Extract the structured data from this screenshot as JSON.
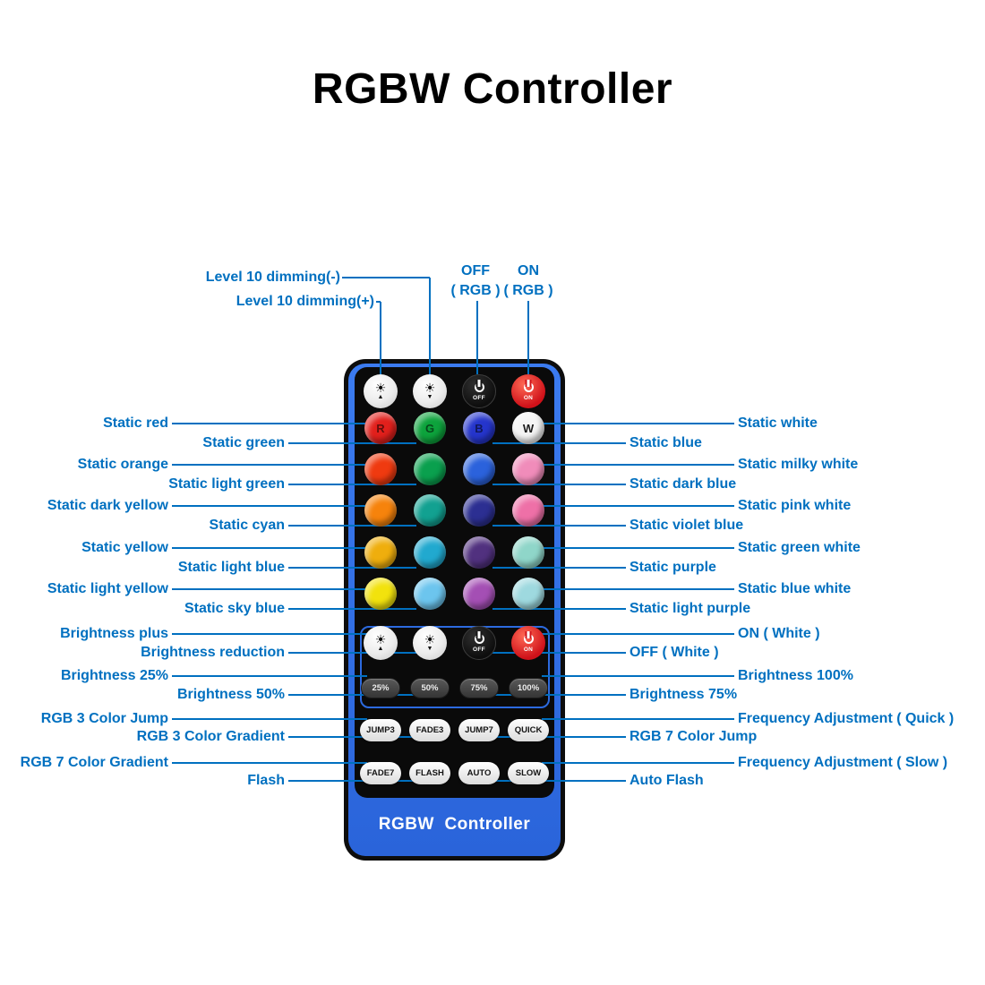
{
  "title": "RGBW Controller",
  "colors": {
    "label_blue": "#0070c0",
    "remote_blue": "#2e6ee3",
    "panel_black": "#0a0a0a"
  },
  "remote": {
    "brand": "RGBW  Controller"
  },
  "buttons": {
    "top_row": [
      {
        "name": "level-10-dimming-plus",
        "kind": "white",
        "icon": "sun-up"
      },
      {
        "name": "level-10-dimming-minus",
        "kind": "white",
        "icon": "sun-down"
      },
      {
        "name": "off-rgb",
        "kind": "black",
        "icon": "power",
        "text": "OFF"
      },
      {
        "name": "on-rgb",
        "kind": "red",
        "icon": "power",
        "text": "ON"
      }
    ],
    "white_row": [
      {
        "name": "brightness-plus",
        "kind": "white",
        "icon": "sun-up"
      },
      {
        "name": "brightness-reduction",
        "kind": "white",
        "icon": "sun-down"
      },
      {
        "name": "off-white",
        "kind": "black",
        "icon": "power",
        "text": "OFF"
      },
      {
        "name": "on-white",
        "kind": "red",
        "icon": "power",
        "text": "ON"
      }
    ],
    "color_grid": [
      [
        {
          "color": "#e2201c",
          "letter": "R",
          "label": "Static red"
        },
        {
          "color": "#0da33c",
          "letter": "G",
          "label": "Static green"
        },
        {
          "color": "#2535cc",
          "letter": "B",
          "label": "Static blue"
        },
        {
          "color": "#f4f4f4",
          "letter": "W",
          "label": "Static white"
        }
      ],
      [
        {
          "color": "#ef3a10",
          "label": "Static orange"
        },
        {
          "color": "#0aa04e",
          "label": "Static light green"
        },
        {
          "color": "#2b62dc",
          "label": "Static dark blue"
        },
        {
          "color": "#f08cba",
          "label": "Static milky white"
        }
      ],
      [
        {
          "color": "#f6830c",
          "label": "Static dark yellow"
        },
        {
          "color": "#12a191",
          "label": "Static cyan"
        },
        {
          "color": "#2c2f92",
          "label": "Static violet blue"
        },
        {
          "color": "#ee70a7",
          "label": "Static pink white"
        }
      ],
      [
        {
          "color": "#efae0d",
          "label": "Static yellow"
        },
        {
          "color": "#21a9cf",
          "label": "Static light blue"
        },
        {
          "color": "#51317f",
          "label": "Static purple"
        },
        {
          "color": "#8fd6c9",
          "label": "Static green white"
        }
      ],
      [
        {
          "color": "#f2e20d",
          "label": "Static light yellow"
        },
        {
          "color": "#6cc5ee",
          "label": "Static sky blue"
        },
        {
          "color": "#a44fb4",
          "label": "Static light purple"
        },
        {
          "color": "#9ed9df",
          "label": "Static blue white"
        }
      ]
    ],
    "percent_row": [
      "25%",
      "50%",
      "75%",
      "100%"
    ],
    "mode_rows": [
      [
        "JUMP3",
        "FADE3",
        "JUMP7",
        "QUICK"
      ],
      [
        "FADE7",
        "FLASH",
        "AUTO",
        "SLOW"
      ]
    ]
  },
  "callouts": {
    "top": [
      {
        "text": "Level 10 dimming(-)",
        "target_col": 1
      },
      {
        "text": "Level 10 dimming(+)",
        "target_col": 0
      },
      {
        "text": "OFF",
        "sub": "( RGB )",
        "target_col": 2
      },
      {
        "text": "ON",
        "sub": "( RGB )",
        "target_col": 3
      }
    ],
    "left": [
      {
        "text": "Static red",
        "section": "grid",
        "row": 0,
        "col": 0
      },
      {
        "text": "Static green",
        "section": "grid",
        "row": 0,
        "col": 1
      },
      {
        "text": "Static orange",
        "section": "grid",
        "row": 1,
        "col": 0
      },
      {
        "text": "Static light green",
        "section": "grid",
        "row": 1,
        "col": 1
      },
      {
        "text": "Static dark yellow",
        "section": "grid",
        "row": 2,
        "col": 0
      },
      {
        "text": "Static cyan",
        "section": "grid",
        "row": 2,
        "col": 1
      },
      {
        "text": "Static yellow",
        "section": "grid",
        "row": 3,
        "col": 0
      },
      {
        "text": "Static light blue",
        "section": "grid",
        "row": 3,
        "col": 1
      },
      {
        "text": "Static light yellow",
        "section": "grid",
        "row": 4,
        "col": 0
      },
      {
        "text": "Static sky blue",
        "section": "grid",
        "row": 4,
        "col": 1
      },
      {
        "text": "Brightness plus",
        "section": "white",
        "col": 0
      },
      {
        "text": "Brightness reduction",
        "section": "white",
        "col": 1
      },
      {
        "text": "Brightness 25%",
        "section": "pct",
        "col": 0
      },
      {
        "text": "Brightness 50%",
        "section": "pct",
        "col": 1
      },
      {
        "text": "RGB 3 Color Jump",
        "section": "mode0",
        "col": 0
      },
      {
        "text": "RGB 3 Color Gradient",
        "section": "mode0",
        "col": 1
      },
      {
        "text": "RGB 7 Color Gradient",
        "section": "mode1",
        "col": 0
      },
      {
        "text": "Flash",
        "section": "mode1",
        "col": 1
      }
    ],
    "right": [
      {
        "text": "Static white",
        "section": "grid",
        "row": 0,
        "col": 3
      },
      {
        "text": "Static blue",
        "section": "grid",
        "row": 0,
        "col": 2
      },
      {
        "text": "Static milky white",
        "section": "grid",
        "row": 1,
        "col": 3
      },
      {
        "text": "Static dark blue",
        "section": "grid",
        "row": 1,
        "col": 2
      },
      {
        "text": "Static pink white",
        "section": "grid",
        "row": 2,
        "col": 3
      },
      {
        "text": "Static violet blue",
        "section": "grid",
        "row": 2,
        "col": 2
      },
      {
        "text": "Static green white",
        "section": "grid",
        "row": 3,
        "col": 3
      },
      {
        "text": "Static purple",
        "section": "grid",
        "row": 3,
        "col": 2
      },
      {
        "text": "Static blue white",
        "section": "grid",
        "row": 4,
        "col": 3
      },
      {
        "text": "Static light purple",
        "section": "grid",
        "row": 4,
        "col": 2
      },
      {
        "text": "ON ( White )",
        "section": "white",
        "col": 3
      },
      {
        "text": "OFF ( White )",
        "section": "white",
        "col": 2
      },
      {
        "text": "Brightness 100%",
        "section": "pct",
        "col": 3
      },
      {
        "text": "Brightness 75%",
        "section": "pct",
        "col": 2
      },
      {
        "text": "Frequency Adjustment ( Quick )",
        "section": "mode0",
        "col": 3
      },
      {
        "text": "RGB 7 Color Jump",
        "section": "mode0",
        "col": 2
      },
      {
        "text": "Frequency Adjustment ( Slow )",
        "section": "mode1",
        "col": 3
      },
      {
        "text": "Auto Flash",
        "section": "mode1",
        "col": 2
      }
    ]
  }
}
